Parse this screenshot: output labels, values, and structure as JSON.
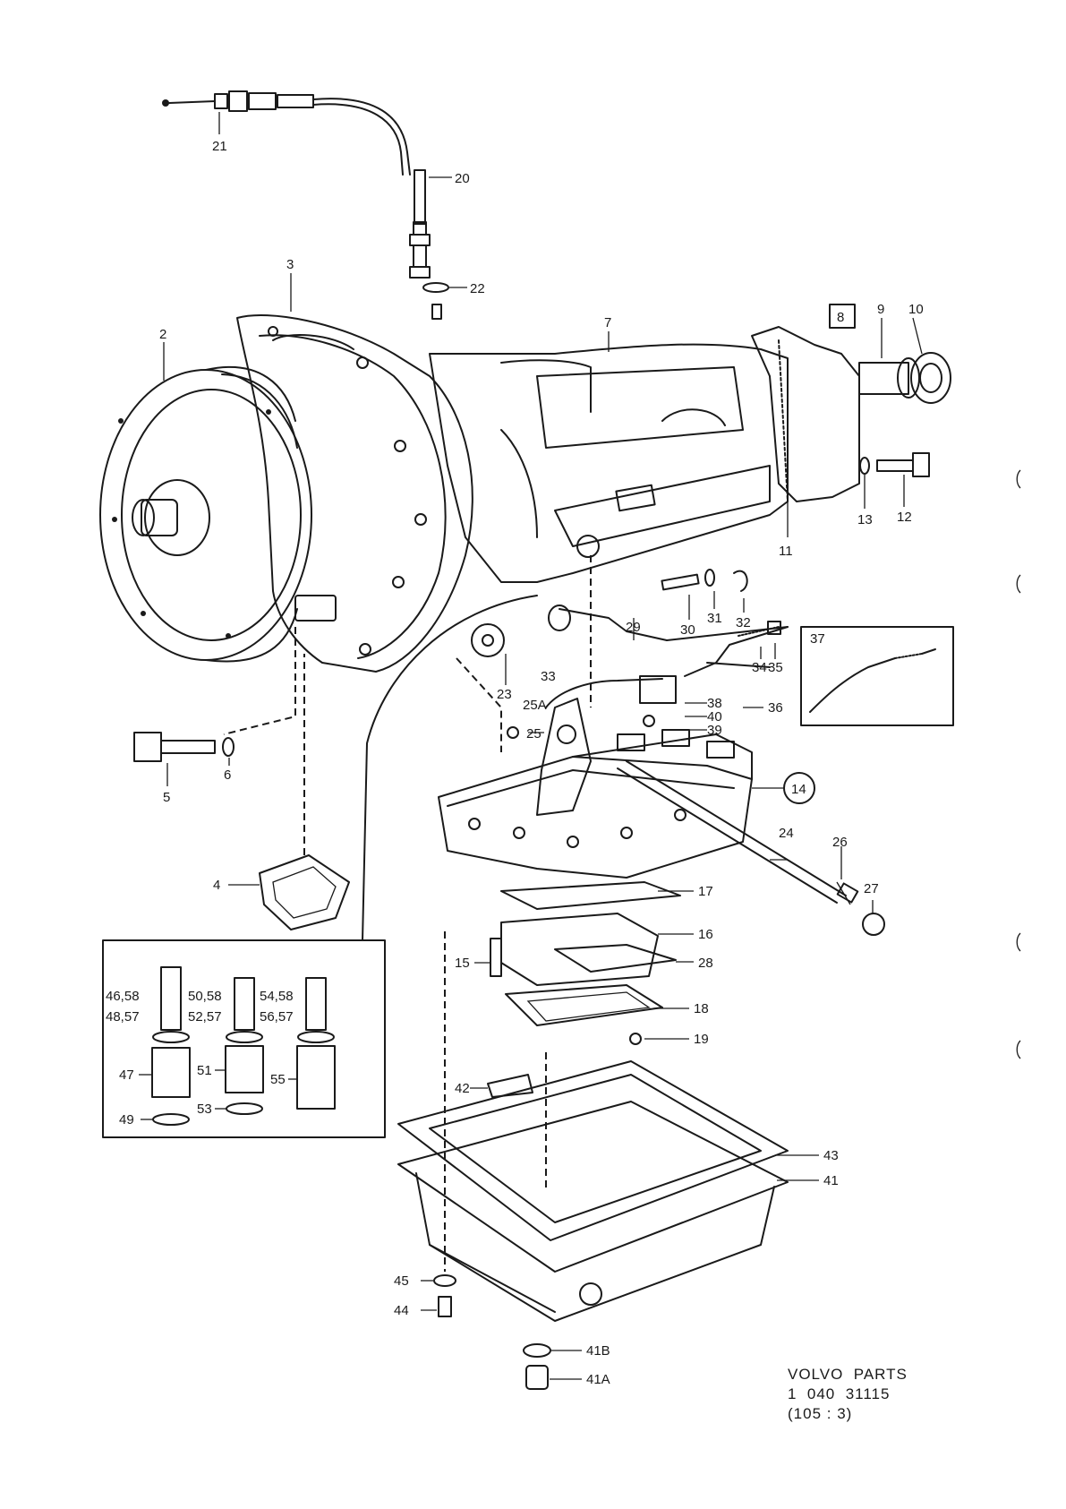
{
  "diagram": {
    "callouts": [
      "21",
      "20",
      "22",
      "3",
      "2",
      "7",
      "8",
      "9",
      "10",
      "13",
      "12",
      "11",
      "30",
      "31",
      "32",
      "29",
      "34",
      "35",
      "37",
      "33",
      "25A",
      "25",
      "23",
      "38",
      "40",
      "39",
      "36",
      "14",
      "5",
      "6",
      "24",
      "26",
      "27",
      "4",
      "17",
      "15",
      "16",
      "28",
      "18",
      "19",
      "46,58",
      "48,57",
      "47",
      "49",
      "50,58",
      "52,57",
      "51",
      "53",
      "54,58",
      "56,57",
      "55",
      "42",
      "43",
      "41",
      "45",
      "44",
      "41B",
      "41A"
    ],
    "boxed_callout": "8",
    "footer": {
      "line1": "VOLVO  PARTS",
      "line2": "1  040  31115",
      "line3": "(105 : 3)"
    }
  }
}
